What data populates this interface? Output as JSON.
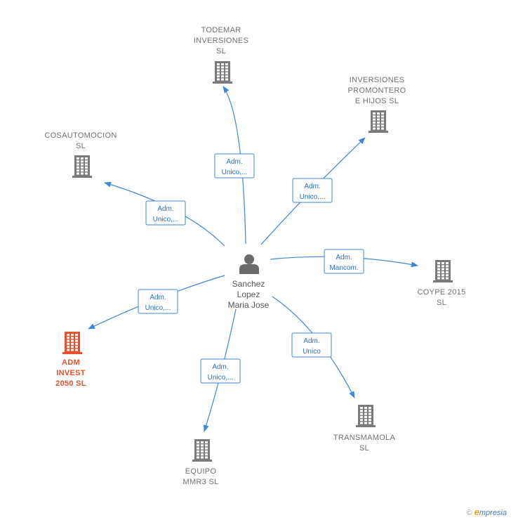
{
  "colors": {
    "edge": "#3f86d6",
    "building": "#7a7a7a",
    "highlight": "#e8502a",
    "person": "#6b6b6b"
  },
  "person": {
    "lines": [
      "Sanchez",
      "Lopez",
      "Maria Jose"
    ],
    "icon": "person-icon"
  },
  "nodes": [
    {
      "id": "todemar",
      "lines": [
        "TODEMAR",
        "INVERSIONES",
        "SL"
      ],
      "highlight": false,
      "icon": "building-icon"
    },
    {
      "id": "inversiones-promontero",
      "lines": [
        "INVERSIONES",
        "PROMONTERO",
        "E HIJOS  SL"
      ],
      "highlight": false,
      "icon": "building-icon"
    },
    {
      "id": "cosautomocion",
      "lines": [
        "COSAUTOMOCION",
        "SL"
      ],
      "highlight": false,
      "icon": "building-icon"
    },
    {
      "id": "coype-2015",
      "lines": [
        "COYPE 2015",
        "SL"
      ],
      "highlight": false,
      "icon": "building-icon"
    },
    {
      "id": "adm-invest-2050",
      "lines": [
        "ADM",
        "INVEST",
        "2050  SL"
      ],
      "highlight": true,
      "icon": "building-icon"
    },
    {
      "id": "transmamola",
      "lines": [
        "TRANSMAMOLA",
        "SL"
      ],
      "highlight": false,
      "icon": "building-icon"
    },
    {
      "id": "equipo-mmr3",
      "lines": [
        "EQUIPO",
        "MMR3  SL"
      ],
      "highlight": false,
      "icon": "building-icon"
    }
  ],
  "edges": [
    {
      "to": "todemar",
      "label": [
        "Adm.",
        "Unico,..."
      ]
    },
    {
      "to": "inversiones-promontero",
      "label": [
        "Adm.",
        "Unico,..."
      ]
    },
    {
      "to": "cosautomocion",
      "label": [
        "Adm.",
        "Unico,..."
      ]
    },
    {
      "to": "coype-2015",
      "label": [
        "Adm.",
        "Mancom."
      ]
    },
    {
      "to": "adm-invest-2050",
      "label": [
        "Adm.",
        "Unico,..."
      ]
    },
    {
      "to": "transmamola",
      "label": [
        "Adm.",
        "Unico"
      ]
    },
    {
      "to": "equipo-mmr3",
      "label": [
        "Adm.",
        "Unico,..."
      ]
    }
  ],
  "footer": {
    "copyright": "©",
    "brand_initial": "e",
    "brand_rest": "mpresia"
  }
}
